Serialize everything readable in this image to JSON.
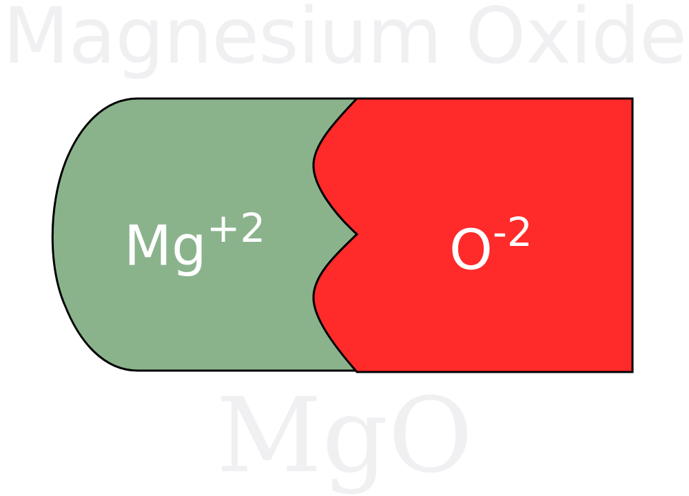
{
  "title": "Magnesium Oxide",
  "formula": "MgO",
  "ions": {
    "cation": {
      "symbol": "Mg",
      "charge": "+2"
    },
    "anion": {
      "symbol": "O",
      "charge": "-2"
    }
  },
  "colors": {
    "cation_fill": "#8ab38c",
    "anion_fill": "#ff2a2a",
    "outline": "#000000",
    "watermark_text": "#f0f0f2",
    "ion_text": "#ffffff"
  }
}
